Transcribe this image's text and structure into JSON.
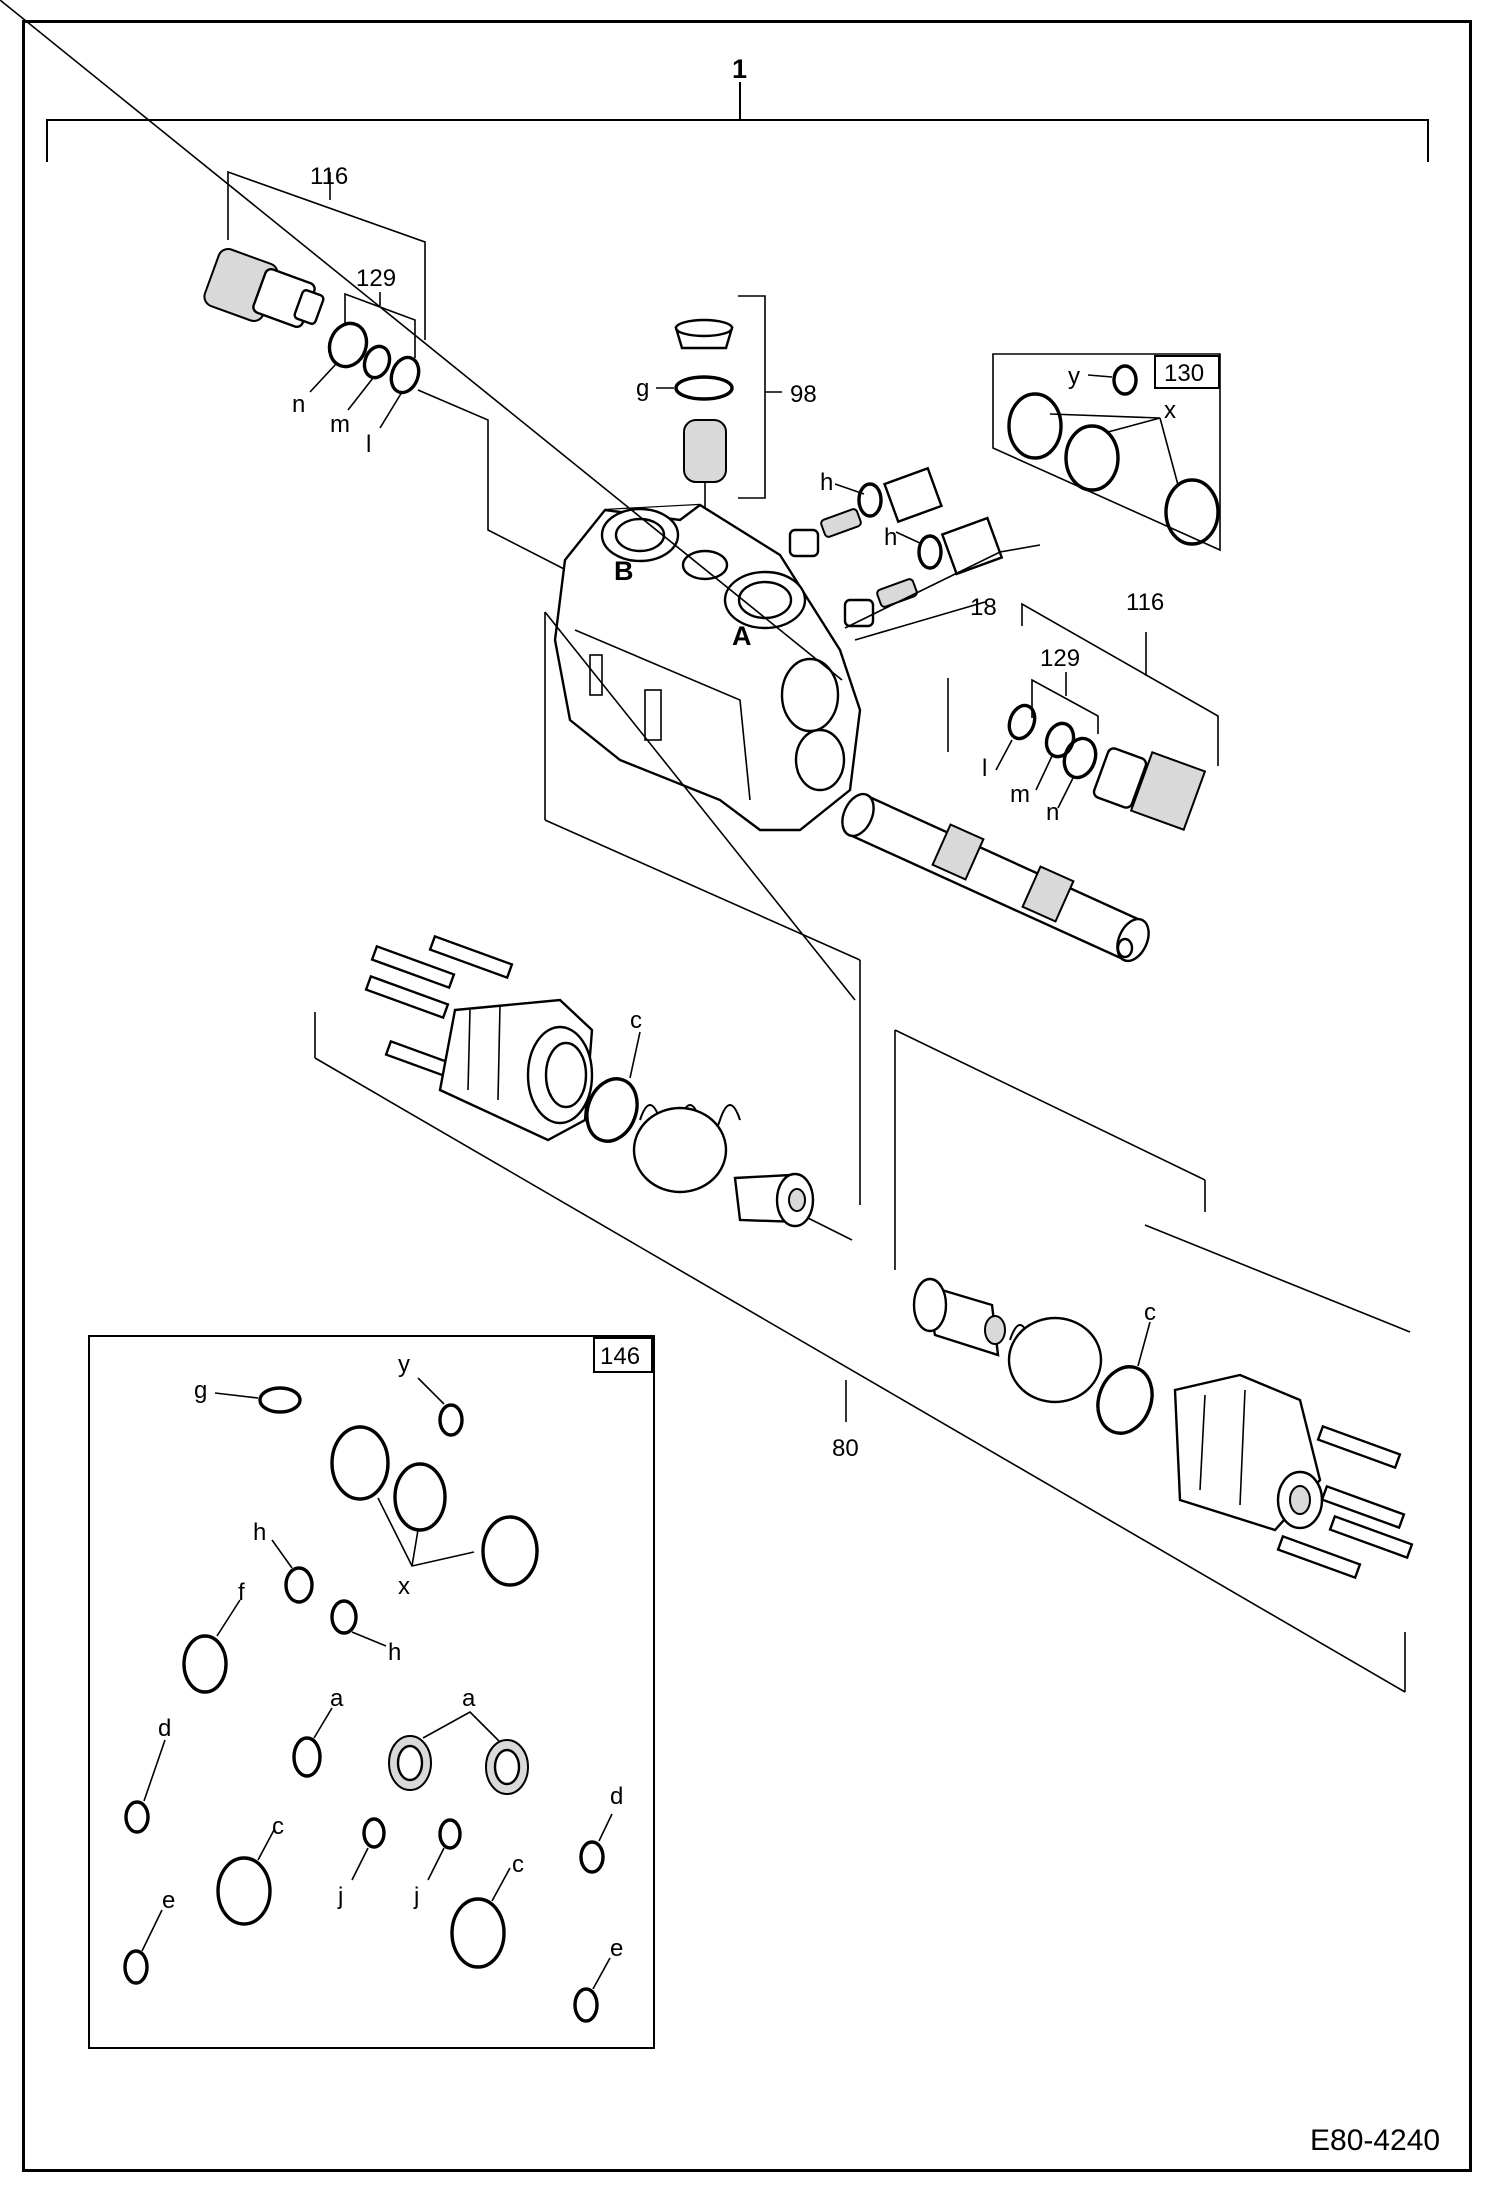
{
  "labels": {
    "assembly": "1",
    "relief_upper": "116",
    "relief_upper_kit": "129",
    "relief_lower": "116",
    "relief_lower_kit": "129",
    "plug_group": "98",
    "check_group": "18",
    "kit_x": "130",
    "spool_group": "80",
    "seal_kit": "146",
    "port_a": "A",
    "port_b": "B"
  },
  "letters": {
    "n1": "n",
    "m1": "m",
    "l1": "l",
    "g1": "g",
    "h1": "h",
    "h2": "h",
    "y1": "y",
    "x1": "x",
    "l2": "l",
    "m2": "m",
    "n2": "n",
    "c1": "c",
    "c2": "c"
  },
  "seal_kit_letters": {
    "g": "g",
    "y": "y",
    "h1": "h",
    "x": "x",
    "h2": "h",
    "f": "f",
    "a1": "a",
    "a2": "a",
    "d1": "d",
    "d2": "d",
    "c1": "c",
    "c2": "c",
    "j1": "j",
    "j2": "j",
    "e1": "e",
    "e2": "e"
  },
  "drawing_code": "E80-4240"
}
